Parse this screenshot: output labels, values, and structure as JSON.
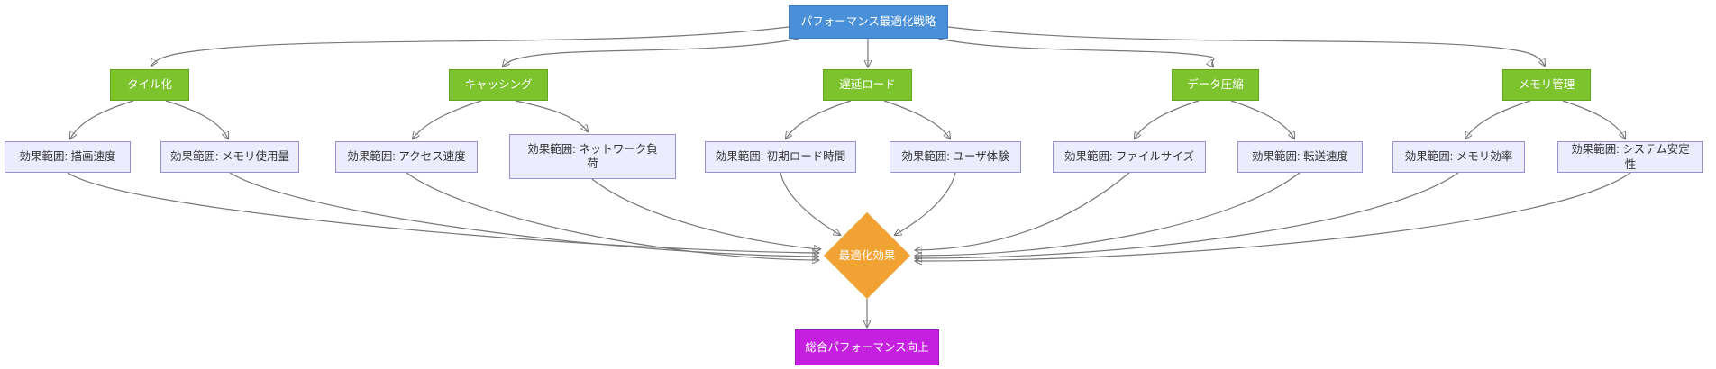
{
  "diagram": {
    "root": {
      "label": "パフォーマンス最適化戦略"
    },
    "strategies": [
      {
        "label": "タイル化",
        "effects": [
          "効果範囲: 描画速度",
          "効果範囲: メモリ使用量"
        ]
      },
      {
        "label": "キャッシング",
        "effects": [
          "効果範囲: アクセス速度",
          "効果範囲: ネットワーク負荷"
        ]
      },
      {
        "label": "遅延ロード",
        "effects": [
          "効果範囲: 初期ロード時間",
          "効果範囲: ユーザ体験"
        ]
      },
      {
        "label": "データ圧縮",
        "effects": [
          "効果範囲: ファイルサイズ",
          "効果範囲: 転送速度"
        ]
      },
      {
        "label": "メモリ管理",
        "effects": [
          "効果範囲: メモリ効率",
          "効果範囲: システム安定性"
        ]
      }
    ],
    "decision": {
      "label": "最適化効果"
    },
    "result": {
      "label": "総合パフォーマンス向上"
    },
    "colors": {
      "root_fill": "#4a90d9",
      "strategy_fill": "#7cc32e",
      "effect_fill": "#ececff",
      "effect_border": "#9a8fd0",
      "decision_fill": "#f0a232",
      "result_fill": "#c520e0",
      "edge": "#777777",
      "arrowhead": "#333333"
    }
  }
}
